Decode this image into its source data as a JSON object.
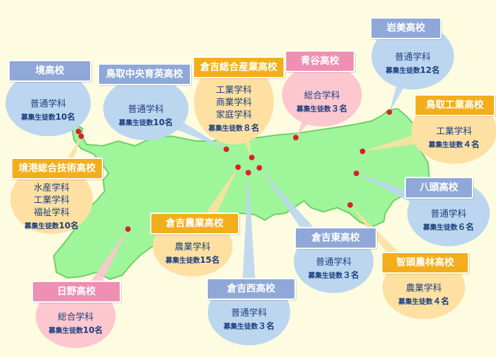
{
  "map": {
    "region": "鳥取県"
  },
  "colors": {
    "land": "#9ff59a",
    "blue": "#bcd6ef",
    "orange": "#fde0a2",
    "pink": "#fcc7cf",
    "dot": "#d8202f"
  },
  "schools": [
    {
      "id": "sakai",
      "name": "境高校",
      "subjects": [
        "普通学科"
      ],
      "count": "10",
      "style": "blue"
    },
    {
      "id": "tottori-chuo",
      "name": "鳥取中央育英高校",
      "subjects": [
        "普通学科"
      ],
      "count": "10",
      "style": "blue"
    },
    {
      "id": "kurayoshi-sogo",
      "name": "倉吉総合産業高校",
      "subjects": [
        "工業学科",
        "商業学科",
        "家庭学科"
      ],
      "count": "８",
      "style": "orange"
    },
    {
      "id": "aoya",
      "name": "青谷高校",
      "subjects": [
        "総合学科"
      ],
      "count": "３",
      "style": "pink"
    },
    {
      "id": "iwami",
      "name": "岩美高校",
      "subjects": [
        "普通学科"
      ],
      "count": "12",
      "style": "blue"
    },
    {
      "id": "tottori-kogyo",
      "name": "鳥取工業高校",
      "subjects": [
        "工業学科"
      ],
      "count": "４",
      "style": "orange"
    },
    {
      "id": "sakaiko",
      "name": "境港総合技術高校",
      "subjects": [
        "水産学科",
        "工業学科",
        "福祉学科"
      ],
      "count": "10",
      "style": "orange"
    },
    {
      "id": "yazu",
      "name": "八頭高校",
      "subjects": [
        "普通学科"
      ],
      "count": "６",
      "style": "blue"
    },
    {
      "id": "kurayoshi-nogyo",
      "name": "倉吉農業高校",
      "subjects": [
        "農業学科"
      ],
      "count": "15",
      "style": "orange"
    },
    {
      "id": "kurayoshi-higashi",
      "name": "倉吉東高校",
      "subjects": [
        "普通学科"
      ],
      "count": "３",
      "style": "blue"
    },
    {
      "id": "chizu",
      "name": "智頭農林高校",
      "subjects": [
        "農業学科"
      ],
      "count": "４",
      "style": "orange"
    },
    {
      "id": "hino",
      "name": "日野高校",
      "subjects": [
        "総合学科"
      ],
      "count": "10",
      "style": "pink"
    },
    {
      "id": "kurayoshi-nishi",
      "name": "倉吉西高校",
      "subjects": [
        "普通学科"
      ],
      "count": "３",
      "style": "blue"
    }
  ],
  "labels": {
    "recruit_prefix": "募集生徒数",
    "unit": "名"
  }
}
